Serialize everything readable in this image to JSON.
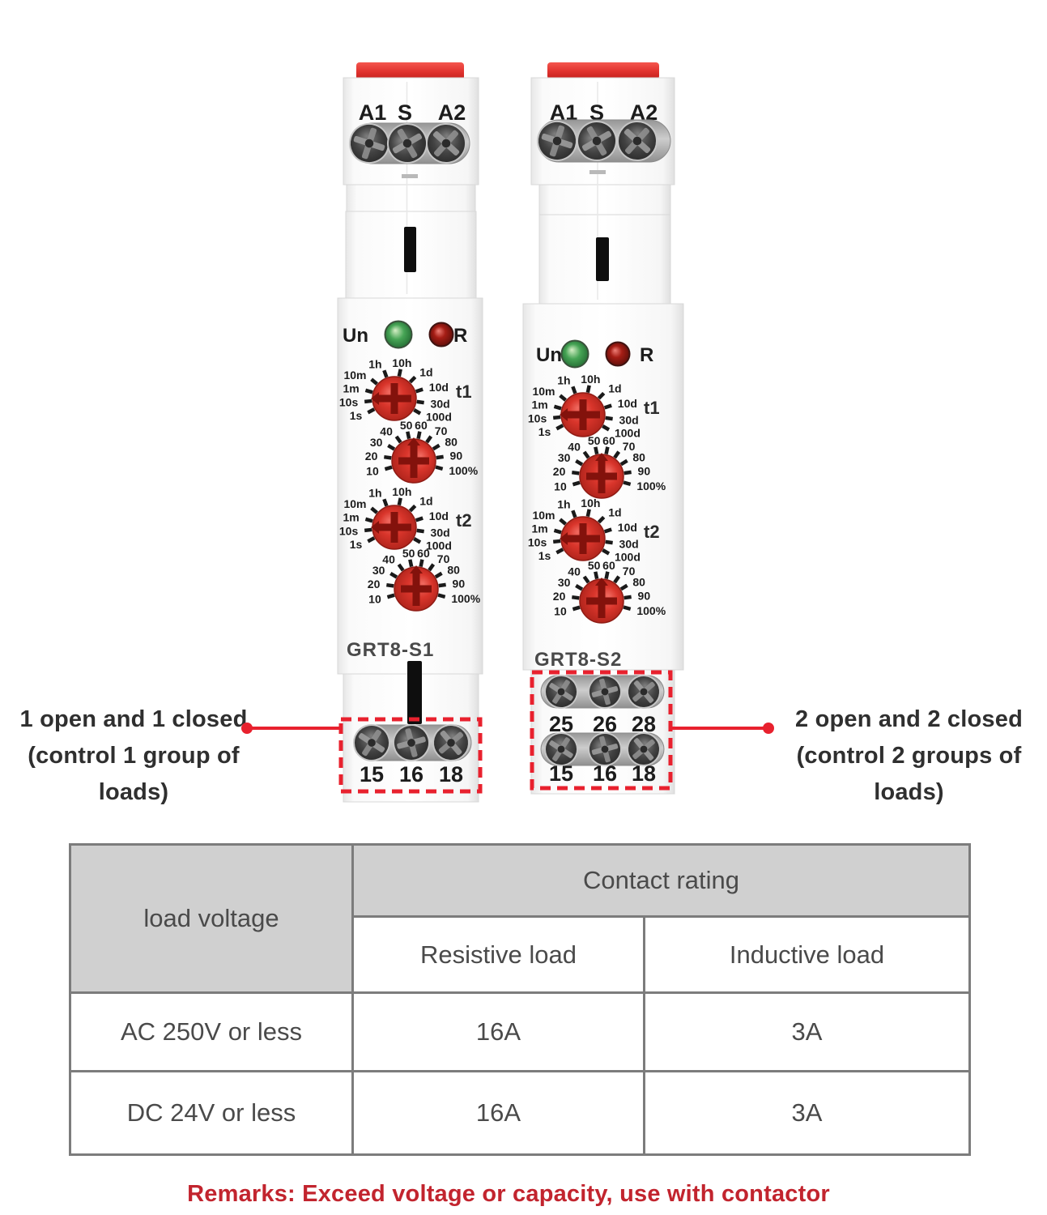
{
  "devices": [
    {
      "model": "GRT8-S1",
      "top_terminal_labels": [
        "A1",
        "S",
        "A2"
      ],
      "power_led_label": "Un",
      "reset_led_label": "R",
      "dial_function_labels": [
        "t1",
        "t2"
      ],
      "bottom_terminal_rows": [
        [
          "15",
          "16",
          "18"
        ]
      ]
    },
    {
      "model": "GRT8-S2",
      "top_terminal_labels": [
        "A1",
        "S",
        "A2"
      ],
      "power_led_label": "Un",
      "reset_led_label": "R",
      "dial_function_labels": [
        "t1",
        "t2"
      ],
      "bottom_terminal_rows": [
        [
          "25",
          "26",
          "28"
        ],
        [
          "15",
          "16",
          "18"
        ]
      ]
    }
  ],
  "dial_scales": {
    "time": [
      "1s",
      "10s",
      "1m",
      "10m",
      "1h",
      "10h",
      "1d",
      "10d",
      "30d",
      "100d"
    ],
    "percent": [
      "10",
      "20",
      "30",
      "40",
      "50",
      "60",
      "70",
      "80",
      "90",
      "100%"
    ]
  },
  "annotations": {
    "left": {
      "line1": "1 open and 1 closed",
      "line2": "(control 1 group of loads)"
    },
    "right": {
      "line1": "2 open and 2 closed",
      "line2": "(control 2 groups of loads)"
    }
  },
  "table": {
    "row_header": "load voltage",
    "group_header": "Contact rating",
    "sub_headers": [
      "Resistive load",
      "Inductive load"
    ],
    "rows": [
      {
        "label": "AC 250V or less",
        "values": [
          "16A",
          "3A"
        ]
      },
      {
        "label": "DC 24V or less",
        "values": [
          "16A",
          "3A"
        ]
      }
    ]
  },
  "remarks": "Remarks: Exceed voltage or capacity, use with contactor",
  "colors": {
    "accent_red": "#e8212e",
    "clip_red": "#e23430",
    "knob_red": "#d9352b",
    "led_green": "#46a455",
    "led_red": "#a51d15",
    "annotation_text": "#2f2f2f",
    "table_header_bg": "#d0d0d0",
    "table_border": "#7c7c7c",
    "remarks_text": "#c2242e"
  }
}
